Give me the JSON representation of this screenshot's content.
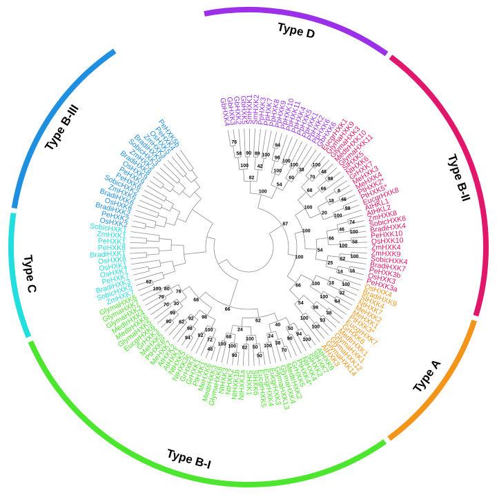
{
  "groups": [
    {
      "label": "Type D",
      "color": "#9b30e8"
    },
    {
      "label": "Type B-II",
      "color": "#e0176a"
    },
    {
      "label": "Type A",
      "color": "#f2951a"
    },
    {
      "label": "Type B-I",
      "color": "#4ce62e"
    },
    {
      "label": "Type C",
      "color": "#23dede"
    },
    {
      "label": "Type B-III",
      "color": "#1f8fe0"
    }
  ],
  "leaves": [
    {
      "name": "GbHXK4",
      "group": 0
    },
    {
      "name": "GbHXK3",
      "group": 0
    },
    {
      "name": "GbHXK2",
      "group": 0
    },
    {
      "name": "GbHXK5",
      "group": 0
    },
    {
      "name": "SmHXK1",
      "group": 0
    },
    {
      "name": "SmHXK2",
      "group": 0
    },
    {
      "name": "PpHXK3",
      "group": 0
    },
    {
      "name": "PpHXK7",
      "group": 0
    },
    {
      "name": "PpHXK8",
      "group": 0
    },
    {
      "name": "PpHXK9",
      "group": 0
    },
    {
      "name": "PpHXK10",
      "group": 0
    },
    {
      "name": "PpHXK11",
      "group": 0
    },
    {
      "name": "PpHXK4",
      "group": 0
    },
    {
      "name": "PpHXK5",
      "group": 0
    },
    {
      "name": "PpHXK1",
      "group": 0
    },
    {
      "name": "PpHXK2",
      "group": 0
    },
    {
      "name": "PpHXK6",
      "group": 0
    },
    {
      "name": "GbHXK6",
      "group": 0
    },
    {
      "name": "EucgrHXK1",
      "group": 1
    },
    {
      "name": "GlymaHXK9",
      "group": 1
    },
    {
      "name": "GlymaHXK3",
      "group": 1
    },
    {
      "name": "MedtrHXK10",
      "group": 1
    },
    {
      "name": "GlymaHXK11",
      "group": 1
    },
    {
      "name": "SlHXK5",
      "group": 1
    },
    {
      "name": "NtHXK6",
      "group": 1
    },
    {
      "name": "GrHXK7",
      "group": 1
    },
    {
      "name": "MeHXK3",
      "group": 1
    },
    {
      "name": "MeHXK4",
      "group": 1
    },
    {
      "name": "PtHXK2*",
      "group": 1
    },
    {
      "name": "PtHXK5*",
      "group": 1
    },
    {
      "name": "EucgrHXK8",
      "group": 1
    },
    {
      "name": "AtHKL1",
      "group": 1
    },
    {
      "name": "AtHKL2",
      "group": 1
    },
    {
      "name": "ZmHXK8",
      "group": 1
    },
    {
      "name": "SobicHXK6",
      "group": 1
    },
    {
      "name": "BradiHXK4",
      "group": 1
    },
    {
      "name": "PeHXK10",
      "group": 1
    },
    {
      "name": "OsHXK10",
      "group": 1
    },
    {
      "name": "ZmHXK4",
      "group": 1
    },
    {
      "name": "ZmHXK9",
      "group": 1
    },
    {
      "name": "SobicHXK4",
      "group": 1
    },
    {
      "name": "BradiHXK7",
      "group": 1
    },
    {
      "name": "PeHXK3b",
      "group": 1
    },
    {
      "name": "OsHXK3",
      "group": 1
    },
    {
      "name": "PeHXK3a",
      "group": 1
    },
    {
      "name": "OsHXK4",
      "group": 2
    },
    {
      "name": "BradiHXK9",
      "group": 2
    },
    {
      "name": "SlHXK4",
      "group": 2
    },
    {
      "name": "NtHXK7",
      "group": 2
    },
    {
      "name": "MeHXK2",
      "group": 2
    },
    {
      "name": "MeHXK1",
      "group": 2
    },
    {
      "name": "PtHXK3*",
      "group": 2
    },
    {
      "name": "EucgrHXK7",
      "group": 2
    },
    {
      "name": "GrHXK6",
      "group": 2
    },
    {
      "name": "MedtrHXK1",
      "group": 2
    },
    {
      "name": "GlymaHXK1",
      "group": 2
    },
    {
      "name": "GlymaHXK12",
      "group": 2
    },
    {
      "name": "GlymaHXK14",
      "group": 2
    },
    {
      "name": "AtHXK3",
      "group": 2
    },
    {
      "name": "AtHXK6",
      "group": 3
    },
    {
      "name": "SlHXK7",
      "group": 3
    },
    {
      "name": "SlHXK2",
      "group": 3
    },
    {
      "name": "NtHXK4",
      "group": 3
    },
    {
      "name": "PtHXK4*",
      "group": 3
    },
    {
      "name": "GrHXK5",
      "group": 3
    },
    {
      "name": "MedtrHXK2",
      "group": 3
    },
    {
      "name": "GlymaHXK4",
      "group": 3
    },
    {
      "name": "GlymaHXK13",
      "group": 3
    },
    {
      "name": "EucgrHXK3",
      "group": 3
    },
    {
      "name": "EucgrHXK4",
      "group": 3
    },
    {
      "name": "EucgrHXK5",
      "group": 3
    },
    {
      "name": "SlHXK6",
      "group": 3
    },
    {
      "name": "SlHXK1",
      "group": 3
    },
    {
      "name": "NtHXK1a",
      "group": 3
    },
    {
      "name": "NtHXK1b",
      "group": 3
    },
    {
      "name": "NtHXK2",
      "group": 3
    },
    {
      "name": "NtHXK3",
      "group": 3
    },
    {
      "name": "GlymaHXK8",
      "group": 3
    },
    {
      "name": "MedtrHXK3",
      "group": 3
    },
    {
      "name": "MeHXK6",
      "group": 3
    },
    {
      "name": "PtHXK1",
      "group": 3
    },
    {
      "name": "GrHXK1",
      "group": 3
    },
    {
      "name": "GrHXK2",
      "group": 3
    },
    {
      "name": "NtHXK3c",
      "group": 3
    },
    {
      "name": "NtHXK5",
      "group": 3
    },
    {
      "name": "AtHXK1",
      "group": 3
    },
    {
      "name": "AtHXK2",
      "group": 3
    },
    {
      "name": "MeHXK7",
      "group": 3
    },
    {
      "name": "PtHXK6*",
      "group": 3
    },
    {
      "name": "MeHXK5",
      "group": 3
    },
    {
      "name": "GrHXK3",
      "group": 3
    },
    {
      "name": "EucgrHXK6",
      "group": 3
    },
    {
      "name": "GlymaHXK5",
      "group": 3
    },
    {
      "name": "MedtrHXK6",
      "group": 3
    },
    {
      "name": "MedtrHXK4",
      "group": 3
    },
    {
      "name": "GlymaHXK2",
      "group": 3
    },
    {
      "name": "GlymaHXK7",
      "group": 3
    },
    {
      "name": "GlymaHXK6",
      "group": 3
    },
    {
      "name": "ZmHXK7",
      "group": 4
    },
    {
      "name": "SobicHXK5",
      "group": 4
    },
    {
      "name": "BradiHXK3",
      "group": 4
    },
    {
      "name": "PeHXK7",
      "group": 4
    },
    {
      "name": "OsHXK7",
      "group": 4
    },
    {
      "name": "OsHXK1",
      "group": 4
    },
    {
      "name": "OsHXK8",
      "group": 4
    },
    {
      "name": "BradiHXK1",
      "group": 4
    },
    {
      "name": "PeHXK8",
      "group": 4
    },
    {
      "name": "PeHXK1",
      "group": 4
    },
    {
      "name": "ZmHXK1",
      "group": 4
    },
    {
      "name": "SobicHXK1",
      "group": 4
    },
    {
      "name": "OsHXK2",
      "group": 5
    },
    {
      "name": "PeHXK2",
      "group": 5
    },
    {
      "name": "BradiHXK2",
      "group": 5
    },
    {
      "name": "OsHXK6",
      "group": 5
    },
    {
      "name": "BradiHXK6",
      "group": 5
    },
    {
      "name": "ZmHXK6",
      "group": 5
    },
    {
      "name": "SobicHXK2",
      "group": 5
    },
    {
      "name": "PeHXK6",
      "group": 5
    },
    {
      "name": "PeHXK9",
      "group": 5
    },
    {
      "name": "OsHXK9",
      "group": 5
    },
    {
      "name": "BradiHXK8",
      "group": 5
    },
    {
      "name": "ZmHXK2",
      "group": 5
    },
    {
      "name": "SobicHXK3",
      "group": 5
    },
    {
      "name": "BradiHXK5",
      "group": 5
    },
    {
      "name": "ZmHXK3",
      "group": 5
    },
    {
      "name": "OsHXK5",
      "group": 5
    },
    {
      "name": "PeHXK4",
      "group": 5
    },
    {
      "name": "PeHXK5b",
      "group": 5
    }
  ],
  "bootstraps": [
    "76",
    "58",
    "90",
    "100",
    "89",
    "100",
    "42",
    "82",
    "94",
    "96",
    "100",
    "100",
    "100",
    "38",
    "60",
    "54",
    "100",
    "100",
    "48",
    "70",
    "98",
    "66",
    "68",
    "8",
    "46",
    "18",
    "98",
    "100",
    "20",
    "100",
    "74",
    "100",
    "46",
    "58",
    "100",
    "66",
    "100",
    "62",
    "16",
    "14",
    "25",
    "54",
    "100",
    "100",
    "32",
    "18",
    "64",
    "100",
    "100",
    "38",
    "93",
    "98",
    "100",
    "100",
    "54",
    "66",
    "100",
    "87",
    "100",
    "94",
    "90",
    "50",
    "70",
    "38",
    "100",
    "24",
    "40",
    "50",
    "50",
    "82",
    "100",
    "90",
    "100",
    "100",
    "68",
    "24",
    "62",
    "48",
    "72",
    "92",
    "100",
    "94",
    "98",
    "62",
    "92",
    "98",
    "90",
    "99",
    "70",
    "30",
    "79",
    "100",
    "80",
    "76",
    "68",
    "66",
    "62"
  ]
}
